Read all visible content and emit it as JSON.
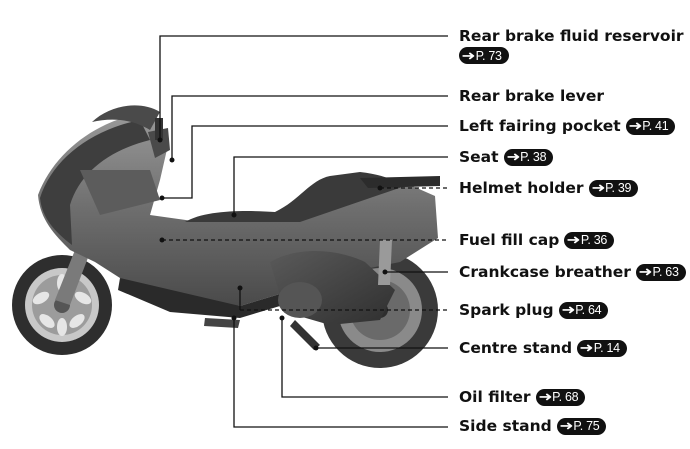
{
  "callouts": [
    {
      "label": "Rear brake fluid reservoir",
      "ref": "P. 73"
    },
    {
      "label": "Rear brake lever",
      "ref": ""
    },
    {
      "label": "Left fairing pocket",
      "ref": "P. 41"
    },
    {
      "label": "Seat",
      "ref": "P. 38"
    },
    {
      "label": "Helmet holder",
      "ref": "P. 39"
    },
    {
      "label": "Fuel fill cap",
      "ref": "P. 36"
    },
    {
      "label": "Crankcase breather",
      "ref": "P. 63"
    },
    {
      "label": "Spark plug",
      "ref": "P. 64"
    },
    {
      "label": "Centre stand",
      "ref": "P. 14"
    },
    {
      "label": "Oil filter",
      "ref": "P. 68"
    },
    {
      "label": "Side stand",
      "ref": "P. 75"
    }
  ],
  "icons": {
    "page_ref": "arrow-right-icon"
  }
}
